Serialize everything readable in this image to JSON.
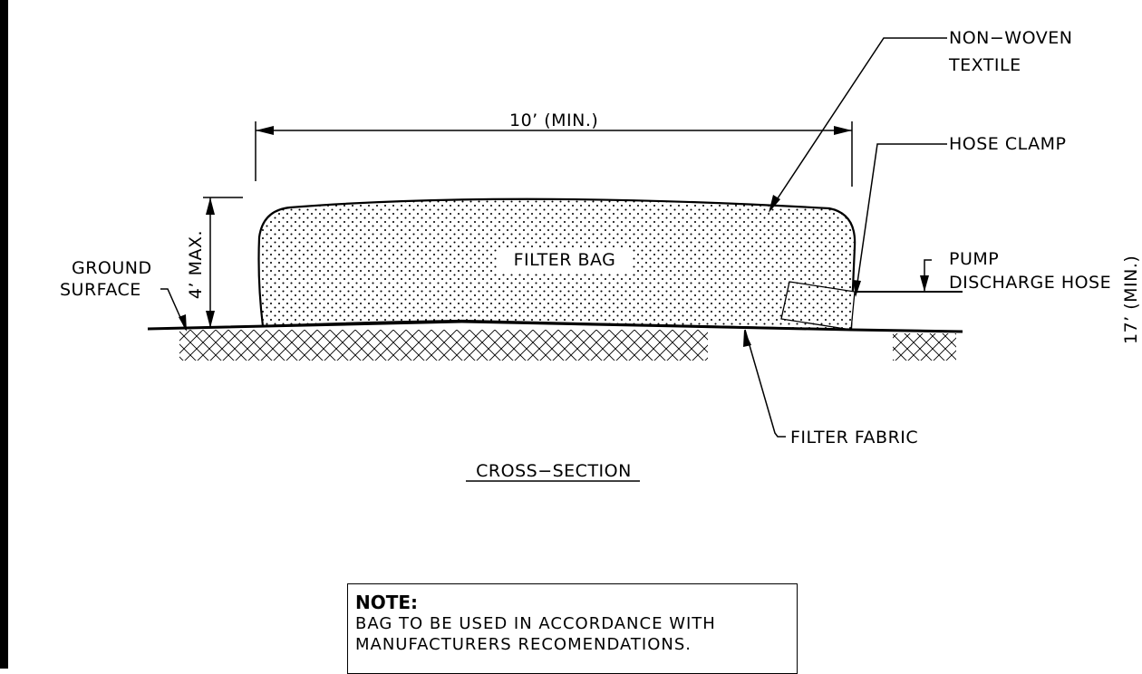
{
  "labels": {
    "non_woven_line1": "NON−WOVEN",
    "non_woven_line2": "TEXTILE",
    "dimension_length": "10’ (MIN.)",
    "hose_clamp": "HOSE CLAMP",
    "pump_line1": "PUMP",
    "pump_line2": "DISCHARGE HOSE",
    "ground_line1": "GROUND",
    "ground_line2": "SURFACE",
    "dimension_height": "4’ MAX.",
    "filter_bag": "FILTER BAG",
    "filter_fabric": "FILTER FABRIC",
    "section_title": "CROSS−SECTION",
    "edge_partial": "17’ (MIN.)"
  },
  "note": {
    "title": "NOTE:",
    "line1": "BAG TO BE USED IN ACCORDANCE WITH",
    "line2": "MANUFACTURERS RECOMENDATIONS."
  }
}
